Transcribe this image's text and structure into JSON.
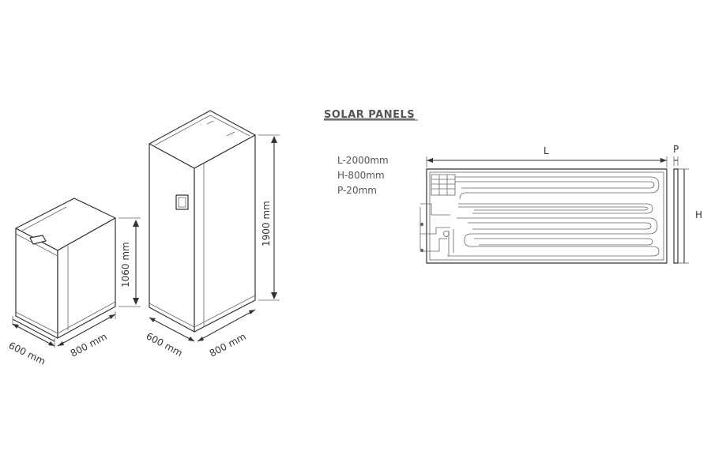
{
  "small_unit": {
    "width_label": "600 mm",
    "depth_label": "800 mm",
    "height_label": "1060 mm"
  },
  "tall_unit": {
    "width_label": "600 mm",
    "depth_label": "800 mm",
    "height_label": "1900 mm"
  },
  "solar_panels": {
    "title": "SOLAR PANELS",
    "specs": [
      "L-2000mm",
      "H-800mm",
      "P-20mm"
    ],
    "length_letter": "L",
    "height_letter": "H",
    "depth_letter": "P"
  },
  "colors": {
    "line": "#333333",
    "text": "#555555"
  }
}
